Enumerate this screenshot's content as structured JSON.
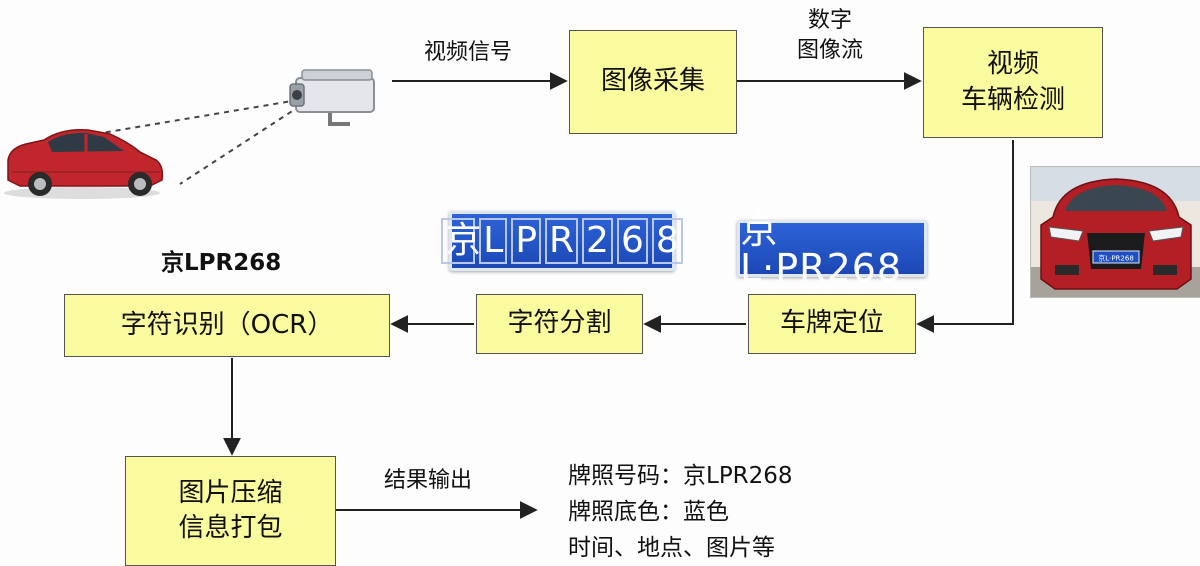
{
  "flow": {
    "image_capture": "图像采集",
    "vehicle_detect": [
      "视频",
      "车辆检测"
    ],
    "plate_locate": "车牌定位",
    "char_segment": "字符分割",
    "char_recognize": "字符识别（OCR）",
    "compress_pack": [
      "图片压缩",
      "信息打包"
    ]
  },
  "edge_labels": {
    "video_signal": "视频信号",
    "digital_stream": [
      "数字",
      "图像流"
    ],
    "result_output": "结果输出"
  },
  "recognized_plate": "京LPR268",
  "plates": {
    "segmented_chars": [
      "京",
      "L",
      "P",
      "R",
      "2",
      "6",
      "8"
    ],
    "located_text": "京L·PR268",
    "photo_plate_text": "京L·PR268"
  },
  "output_info": [
    "牌照号码：京LPR268",
    "牌照底色：蓝色",
    "时间、地点、图片等"
  ],
  "icons": [
    "surveillance-camera-icon",
    "side-view-car-icon",
    "front-car-photo"
  ],
  "colors": {
    "box_fill": "#fafa9f",
    "plate_blue": "#1f4fc2",
    "car_red": "#c0262c"
  }
}
